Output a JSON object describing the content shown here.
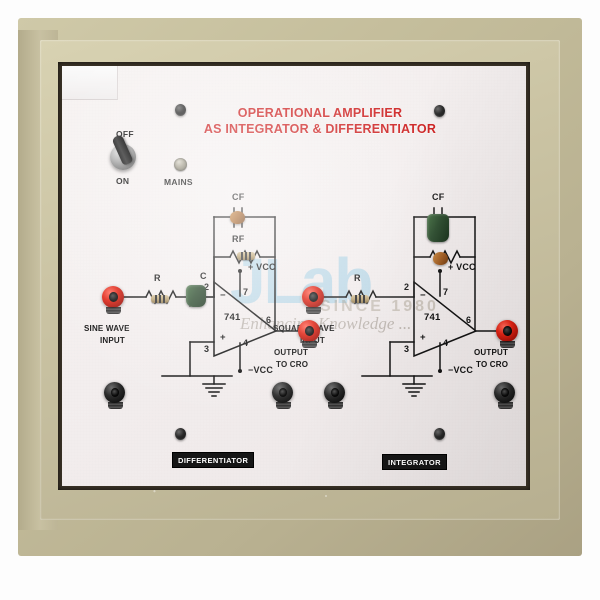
{
  "device": {
    "title_line1": "OPERATIONAL AMPLIFIER",
    "title_line2": "AS INTEGRATOR & DIFFERENTIATOR",
    "case_color": "#c4bd9b",
    "panel_color": "#f3eeee",
    "title_color": "#cc1b1b"
  },
  "power": {
    "off_label": "OFF",
    "on_label": "ON",
    "mains_label": "MAINS",
    "switch_position": "OFF"
  },
  "watermark": {
    "brand": "JLab",
    "since": "SINCE 1980",
    "tagline": "Enhancing Knowledge ...",
    "color": "#78bee1"
  },
  "sections": [
    {
      "badge": "DIFFERENTIATOR",
      "input_label_line1": "SINE WAVE",
      "input_label_line2": "INPUT",
      "output_label_line1": "OUTPUT",
      "output_label_line2": "TO CRO",
      "opamp": "741",
      "feedback_cap": "CF",
      "feedback_res": "RF",
      "input_res": "R",
      "input_cap": "C",
      "pins": {
        "inverting": "2",
        "noninverting": "3",
        "vneg": "4",
        "output": "6",
        "vpos": "7"
      },
      "supply_pos": "+ VCC",
      "supply_neg": "−VCC",
      "minus_sign": "−",
      "plus_sign": "+"
    },
    {
      "badge": "INTEGRATOR",
      "input_label_line1": "SQUARE WAVE",
      "input_label_line2": "INPUT",
      "output_label_line1": "OUTPUT",
      "output_label_line2": "TO CRO",
      "opamp": "741",
      "feedback_cap": "CF",
      "feedback_res": "",
      "input_res": "R",
      "input_cap": "",
      "pins": {
        "inverting": "2",
        "noninverting": "3",
        "vneg": "4",
        "output": "6",
        "vpos": "7"
      },
      "supply_pos": "+ VCC",
      "supply_neg": "−VCC",
      "minus_sign": "−",
      "plus_sign": "+"
    }
  ]
}
